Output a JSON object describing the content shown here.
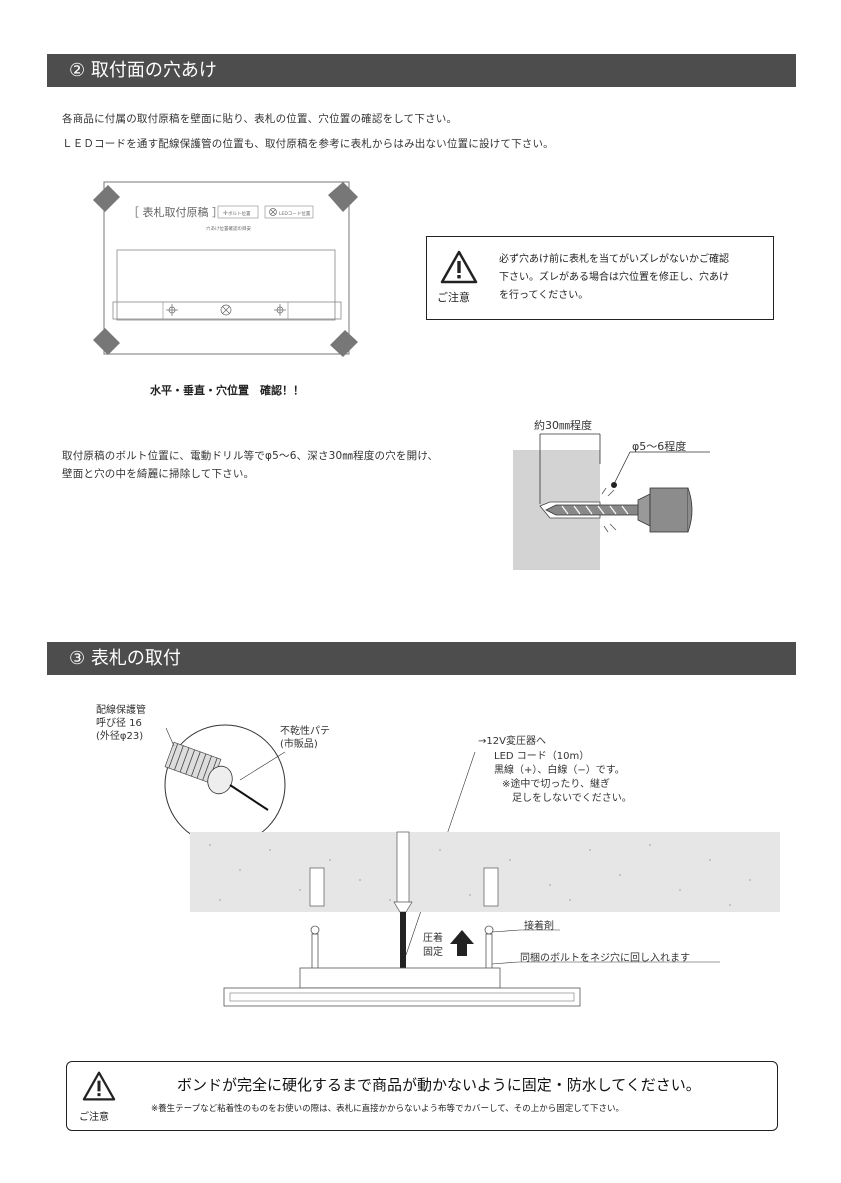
{
  "section2": {
    "title": "② 取付面の穴あけ",
    "line1": "各商品に付属の取付原稿を壁面に貼り、表札の位置、穴位置の確認をして下さい。",
    "line2": "ＬＥＤコードを通す配線保護管の位置も、取付原稿を参考に表札からはみ出ない位置に設けて下さい。",
    "template": {
      "heading": "［ 表札取付原稿 ］",
      "legend_bolt": "ボルト位置",
      "legend_led": "LEDコード位置",
      "subnote": "穴あけ位置確認の目安"
    },
    "confirm_caption": "水平・垂直・穴位置　確認！！",
    "caution": {
      "label": "ご注意",
      "lines": [
        "必ず穴あけ前に表札を当てがいズレがないかご確認",
        "下さい。ズレがある場合は穴位置を修正し、穴あけ",
        "を行ってください。"
      ]
    },
    "drill_text_1": "取付原稿のボルト位置に、電動ドリル等でφ5〜6、深さ30㎜程度の穴を開け、",
    "drill_text_2": "壁面と穴の中を綺麗に掃除して下さい。",
    "depth_label": "約30㎜程度",
    "diameter_label": "φ5〜6程度"
  },
  "section3": {
    "title": "③ 表札の取付",
    "pipe_label": [
      "配線保護管",
      "呼び径 16",
      "(外径φ23)"
    ],
    "putty_label": [
      "不乾性パテ",
      "(市販品)"
    ],
    "transformer_label": "→12V変圧器へ",
    "led_lines": [
      "LED コード（10m）",
      "黒線（+）、白線（−）です。",
      "※途中で切ったり、継ぎ",
      "　足しをしないでください。"
    ],
    "press_label": [
      "圧着",
      "固定"
    ],
    "adhesive_label": "接着剤",
    "bolt_label": "同梱のボルトをネジ穴に回し入れます"
  },
  "bottom_caution": {
    "label": "ご注意",
    "main": "ボンドが完全に硬化するまで商品が動かないように固定・防水してください。",
    "sub": "※養生テープなど粘着性のものをお使いの際は、表札に直接かからないよう布等でカバーして、その上から固定して下さい。"
  }
}
